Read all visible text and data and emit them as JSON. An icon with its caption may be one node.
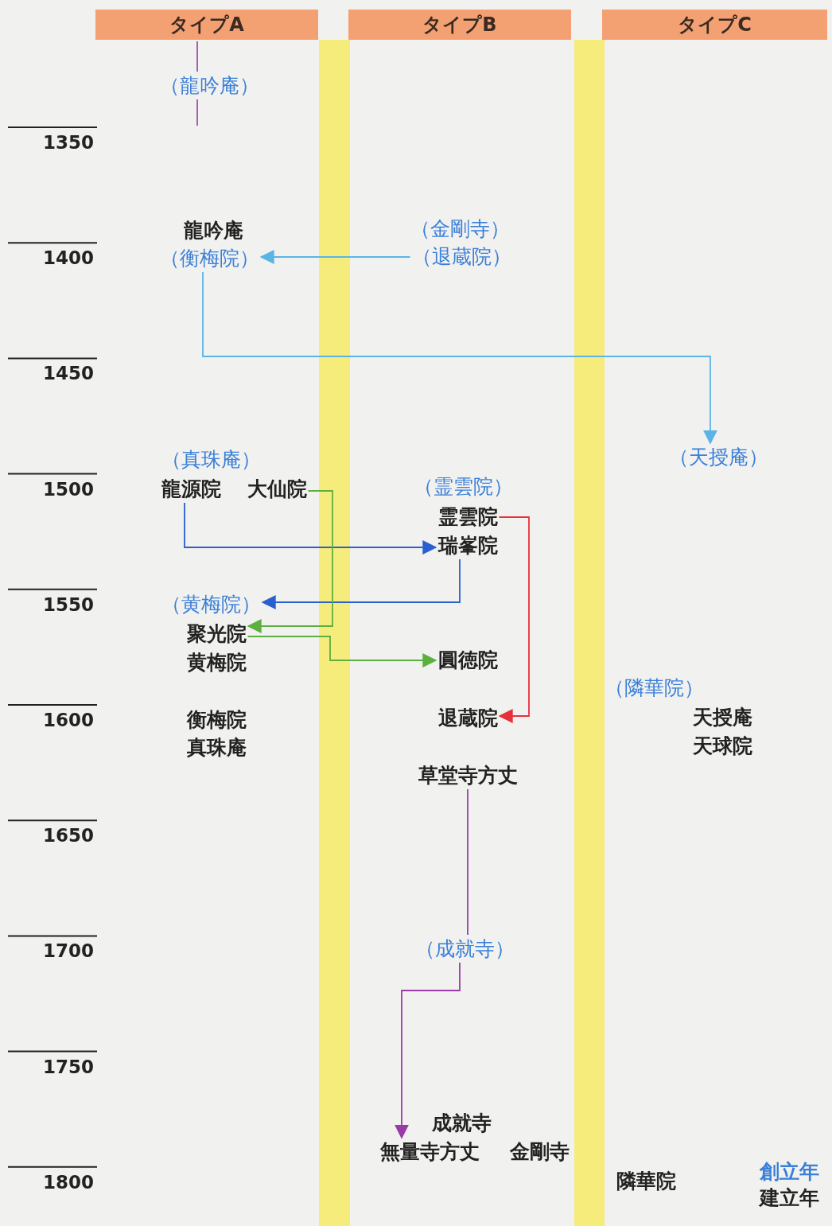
{
  "diagram": {
    "nodes": [
      {
        "text": [
          "タイプA"
        ]
      },
      {
        "text": [
          "タイプB"
        ]
      },
      {
        "text": [
          "タイプC"
        ]
      },
      {
        "text": [
          "（龍吟庵）"
        ]
      },
      {
        "text": [
          "龍吟庵"
        ]
      },
      {
        "text": [
          "（衡梅院）"
        ]
      },
      {
        "text": [
          "（金剛寺）"
        ]
      },
      {
        "text": [
          "（退蔵院）"
        ]
      },
      {
        "text": [
          "（天授庵）"
        ]
      },
      {
        "text": [
          "（真珠庵）"
        ]
      },
      {
        "text": [
          "龍源院"
        ]
      },
      {
        "text": [
          "大仙院"
        ]
      },
      {
        "text": [
          "（霊雲院）"
        ]
      },
      {
        "text": [
          "霊雲院"
        ]
      },
      {
        "text": [
          "瑞峯院"
        ]
      },
      {
        "text": [
          "（黄梅院）"
        ]
      },
      {
        "text": [
          "聚光院"
        ]
      },
      {
        "text": [
          "黄梅院"
        ]
      },
      {
        "text": [
          "圓徳院"
        ]
      },
      {
        "text": [
          "（隣華院）"
        ]
      },
      {
        "text": [
          "衡梅院"
        ]
      },
      {
        "text": [
          "真珠庵"
        ]
      },
      {
        "text": [
          "退蔵院"
        ]
      },
      {
        "text": [
          "天授庵"
        ]
      },
      {
        "text": [
          "天球院"
        ]
      },
      {
        "text": [
          "草堂寺方丈"
        ]
      },
      {
        "text": [
          "（成就寺）"
        ]
      },
      {
        "text": [
          "成就寺"
        ]
      },
      {
        "text": [
          "無量寺方丈"
        ]
      },
      {
        "text": [
          "金剛寺"
        ]
      },
      {
        "text": [
          "隣華院"
        ]
      }
    ],
    "edges": [
      {
        "from": 7,
        "to": 5,
        "arrow": "to",
        "color": "#5ab4e6"
      },
      {
        "from": 5,
        "to": 8,
        "arrow": "to",
        "color": "#5ab4e6"
      },
      {
        "from": 10,
        "to": 14,
        "arrow": "to",
        "color": "#2a5fd0"
      },
      {
        "from": 14,
        "to": 15,
        "arrow": "to",
        "color": "#2a5fd0"
      },
      {
        "from": 11,
        "to": 16,
        "arrow": "to",
        "color": "#5cb040"
      },
      {
        "from": 16,
        "to": 18,
        "arrow": "to",
        "color": "#5cb040"
      },
      {
        "from": 13,
        "to": 22,
        "arrow": "to",
        "color": "#e8303a"
      },
      {
        "from": 25,
        "to": 26,
        "arrow": "none",
        "color": "#9a3aa8"
      },
      {
        "from": 26,
        "to": 28,
        "arrow": "to",
        "color": "#9a3aa8"
      },
      {
        "from": 0,
        "to": 3,
        "arrow": "none",
        "color": "#a050b0"
      },
      {
        "from": 3,
        "to": null,
        "arrow": "none",
        "color": "#a050b0"
      }
    ],
    "labels": [
      "1350",
      "1400",
      "1450",
      "1500",
      "1550",
      "1600",
      "1650",
      "1700",
      "1750",
      "1800"
    ],
    "legend": [
      {
        "text": "創立年",
        "color": "#3a7fd8"
      },
      {
        "text": "建立年",
        "color": "#222222"
      }
    ]
  }
}
